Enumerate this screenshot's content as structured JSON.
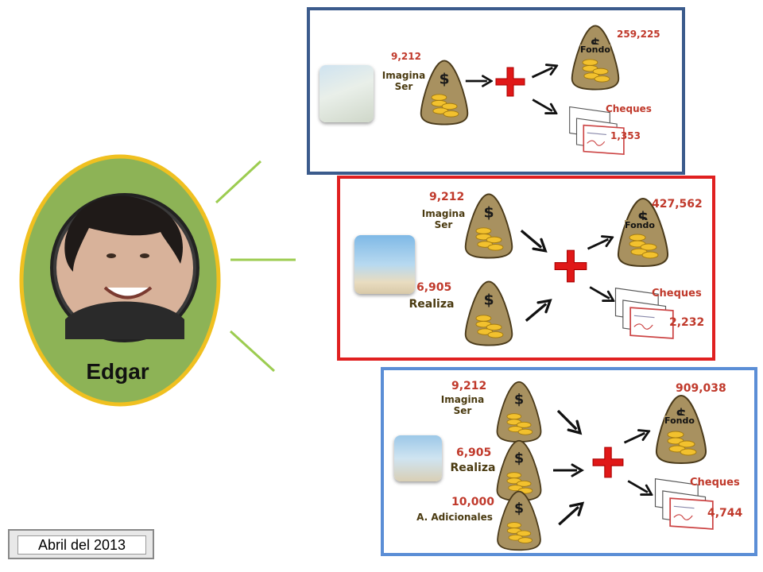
{
  "person": {
    "name": "Edgar"
  },
  "date": {
    "label": "Abril del 2013"
  },
  "colors": {
    "panel1_border": "#3b5b8c",
    "panel2_border": "#e02020",
    "panel3_border": "#5b8ed6",
    "egg_fill": "#8db356",
    "egg_border": "#f0c020",
    "accent_red": "#c0392b"
  },
  "panel1": {
    "imagina_value": "9,212",
    "imagina_label": "Imagina Ser",
    "fondo_value": "259,225",
    "fondo_label": "Fondo",
    "cheques_label": "Cheques",
    "cheques_value": "1,353"
  },
  "panel2": {
    "imagina_value": "9,212",
    "imagina_label": "Imagina Ser",
    "realiza_value": "6,905",
    "realiza_label": "Realiza",
    "fondo_value": "427,562",
    "fondo_label": "Fondo",
    "cheques_label": "Cheques",
    "cheques_value": "2,232"
  },
  "panel3": {
    "imagina_value": "9,212",
    "imagina_label": "Imagina Ser",
    "realiza_value": "6,905",
    "realiza_label": "Realiza",
    "adicionales_value": "10,000",
    "adicionales_label": "A. Adicionales",
    "fondo_value": "909,038",
    "fondo_label": "Fondo",
    "cheques_label": "Cheques",
    "cheques_value": "4,744"
  }
}
